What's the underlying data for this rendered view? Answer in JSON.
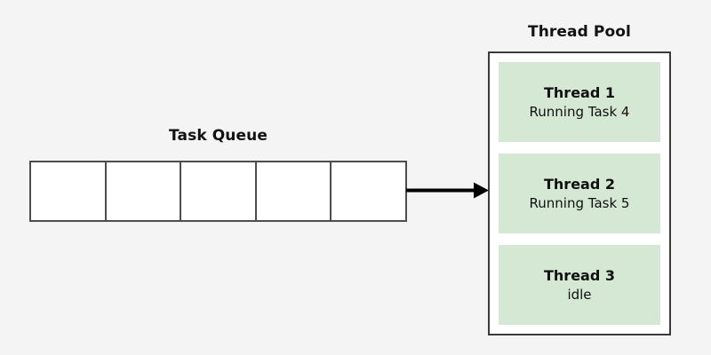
{
  "diagram": {
    "background_color": "#f4f4f4",
    "queue": {
      "title": "Task Queue",
      "cell_count": 5,
      "cells": [
        "",
        "",
        "",
        "",
        ""
      ],
      "fill_color": "#ffffff",
      "border_color": "#4d4d4d"
    },
    "arrow": {
      "name": "queue-to-pool-arrow",
      "color": "#000000",
      "direction": "right"
    },
    "thread_pool": {
      "title": "Thread Pool",
      "container_fill": "#ffffff",
      "container_border": "#3b3b3b",
      "thread_fill": "#d5e8d4",
      "threads": [
        {
          "name": "Thread 1",
          "status": "Running Task 4"
        },
        {
          "name": "Thread 2",
          "status": "Running Task 5"
        },
        {
          "name": "Thread 3",
          "status": "idle"
        }
      ]
    }
  }
}
